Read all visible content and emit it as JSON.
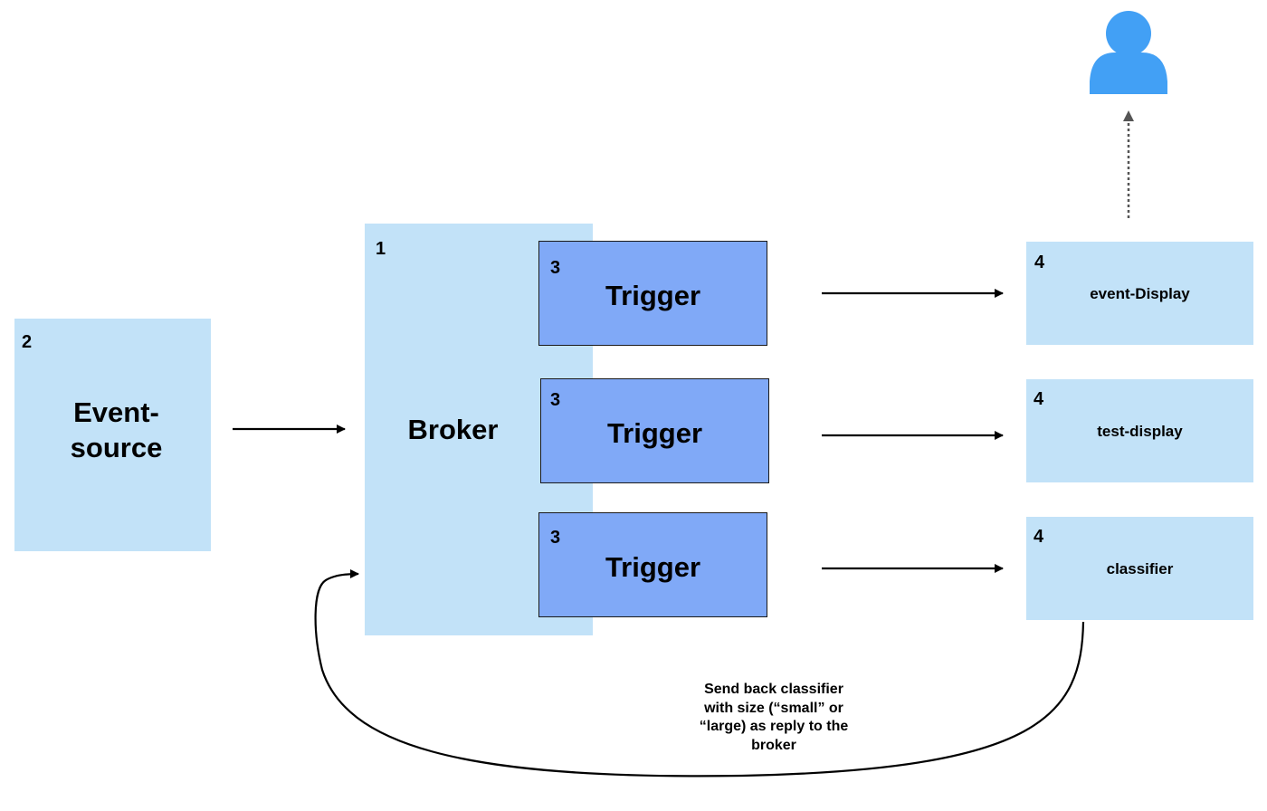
{
  "event_source": {
    "number": "2",
    "label": "Event-\nsource"
  },
  "broker": {
    "number": "1",
    "label": "Broker"
  },
  "triggers": [
    {
      "number": "3",
      "label": "Trigger"
    },
    {
      "number": "3",
      "label": "Trigger"
    },
    {
      "number": "3",
      "label": "Trigger"
    }
  ],
  "services": [
    {
      "number": "4",
      "label": "event-Display"
    },
    {
      "number": "4",
      "label": "test-display"
    },
    {
      "number": "4",
      "label": "classifier"
    }
  ],
  "reply_note": "Send back classifier with size (“small” or “large) as reply to the broker",
  "colors": {
    "box_light": "#c2e2f8",
    "trigger_fill": "#80a9f7",
    "user_icon": "#42a0f5",
    "arrow": "#000000"
  },
  "icons": {
    "user": "user-icon"
  }
}
